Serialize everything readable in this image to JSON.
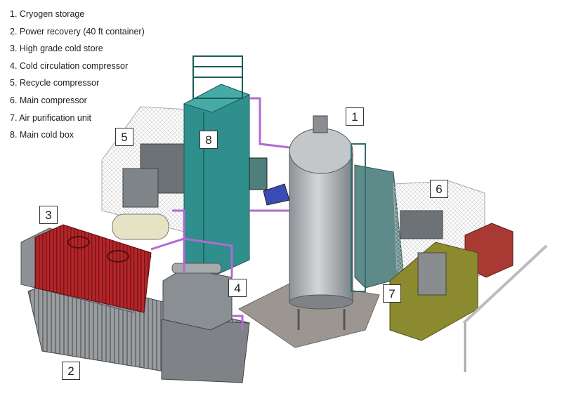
{
  "legend": {
    "items": [
      {
        "number": "1",
        "label": "1. Cryogen storage"
      },
      {
        "number": "2",
        "label": "2. Power recovery (40 ft container)"
      },
      {
        "number": "3",
        "label": "3. High grade cold store"
      },
      {
        "number": "4",
        "label": "4. Cold circulation compressor"
      },
      {
        "number": "5",
        "label": "5. Recycle compressor"
      },
      {
        "number": "6",
        "label": "6. Main compressor"
      },
      {
        "number": "7",
        "label": "7. Air purification unit"
      },
      {
        "number": "8",
        "label": "8. Main cold box"
      }
    ]
  },
  "callouts": [
    "1",
    "2",
    "3",
    "4",
    "5",
    "6",
    "7",
    "8"
  ],
  "colors": {
    "cold_box": "#2f8f8c",
    "cold_store": "#b3262a",
    "container": "#8a8d90",
    "piping": "#b36ad1",
    "air_purification": "#8c8a2e",
    "storage_tank": "#b5b8bb",
    "main_compressor_housing": "#a93a33",
    "recycle_frame": "#d9d9d9"
  }
}
